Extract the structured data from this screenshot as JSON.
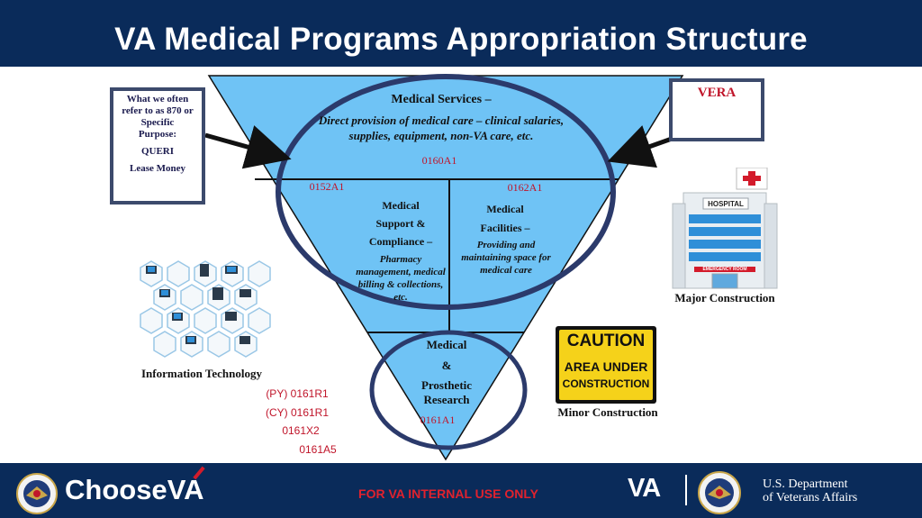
{
  "title": "VA Medical Programs Appropriation Structure",
  "left_box": {
    "lines": [
      "What we often",
      "refer to as 870 or",
      "Specific",
      "Purpose:"
    ],
    "queri": "QUERI",
    "lease": "Lease Money"
  },
  "vera": "VERA",
  "medical_services": {
    "title": "Medical Services –",
    "desc_line1": "Direct provision of medical care – clinical salaries,",
    "desc_line2": "supplies, equipment, non-VA care, etc.",
    "code": "0160A1"
  },
  "support_compliance": {
    "code": "0152A1",
    "line1": "Medical",
    "line2": "Support &",
    "line3": "Compliance –",
    "desc": [
      "Pharmacy",
      "management, medical",
      "billing & collections,",
      "etc."
    ]
  },
  "facilities": {
    "code": "0162A1",
    "line1": "Medical",
    "line2": "Facilities –",
    "desc": [
      "Providing and",
      "maintaining space for",
      "medical care"
    ]
  },
  "research": {
    "line1": "Medical",
    "line2": "&",
    "line3": "Prosthetic",
    "line4": "Research",
    "code": "0161A1"
  },
  "it": {
    "label": "Information Technology",
    "codes": [
      "(PY) 0161R1",
      "(CY) 0161R1",
      "0161X2",
      "0161A5"
    ]
  },
  "major_construction": "Major Construction",
  "hospital_sign": "HOSPITAL",
  "emergency_sign": "EMERGENCY ROOM",
  "minor_construction": "Minor Construction",
  "caution": {
    "line1": "CAUTION",
    "line2": "AREA UNDER",
    "line3": "CONSTRUCTION"
  },
  "footer": {
    "choose": "Choose",
    "va": "VA",
    "internal": "FOR VA INTERNAL USE ONLY",
    "va_logo": "VA",
    "dept_line1": "U.S. Department",
    "dept_line2": "of Veterans Affairs"
  },
  "colors": {
    "navy": "#0a2b5a",
    "triangle": "#6fc3f5",
    "code_red": "#c0152a",
    "ring": "#2b3a6b",
    "caution_yellow": "#f5d21a"
  }
}
